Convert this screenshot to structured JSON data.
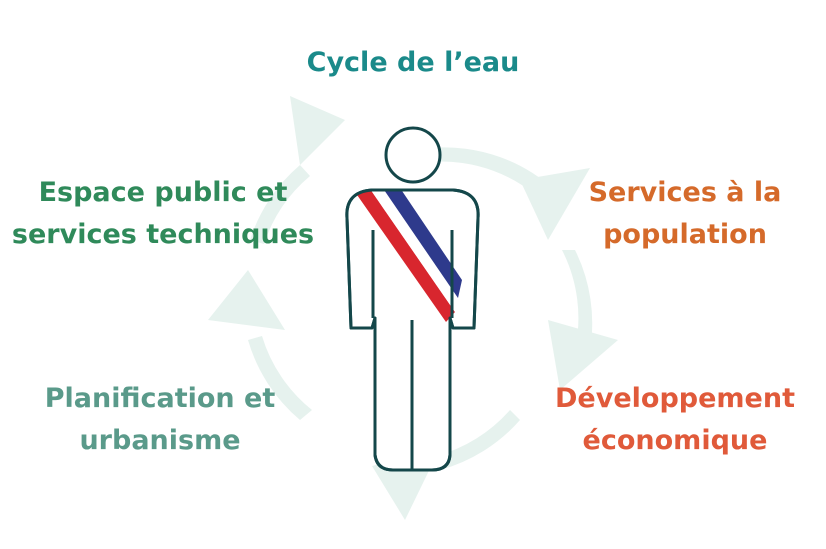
{
  "diagram": {
    "topics": {
      "top": {
        "lines": [
          "Cycle de l’eau"
        ],
        "color": "#1a8a8a"
      },
      "left_top": {
        "lines": [
          "Espace public et",
          "services techniques"
        ],
        "color": "#2f8a5a"
      },
      "right_top": {
        "lines": [
          "Services à la",
          "population"
        ],
        "color": "#d56a2a"
      },
      "left_bottom": {
        "lines": [
          "Planification et",
          "urbanisme"
        ],
        "color": "#5a9a8a"
      },
      "right_bottom": {
        "lines": [
          "Développement",
          "économique"
        ],
        "color": "#e05a3a"
      }
    },
    "cycle_color": "#e6f2ee",
    "figure_outline_color": "#14474a",
    "sash_colors": [
      "#d8262e",
      "#ffffff",
      "#2e3a8c"
    ]
  }
}
